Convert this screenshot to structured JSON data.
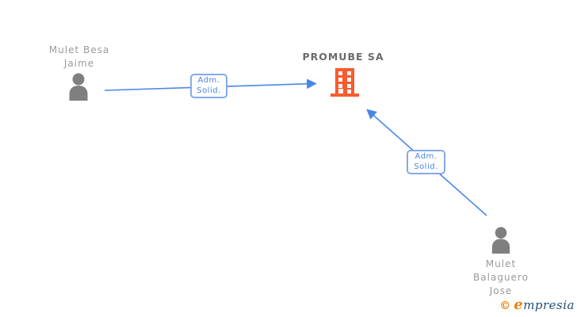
{
  "nodes": {
    "person1": {
      "line1": "Mulet Besa",
      "line2": "Jaime"
    },
    "company": {
      "name": "PROMUBE SA"
    },
    "person2": {
      "line1": "Mulet",
      "line2": "Balaguero",
      "line3": "Jose"
    }
  },
  "edges": {
    "edge1": {
      "label_line1": "Adm.",
      "label_line2": "Solid."
    },
    "edge2": {
      "label_line1": "Adm.",
      "label_line2": "Solid."
    }
  },
  "footer": {
    "copyright": "©",
    "brand_first_letter": "e",
    "brand_rest": "mpresia"
  },
  "colors": {
    "edge_blue": "#4a86e8",
    "edge_label_border": "#84a9ec",
    "edge_label_text": "#4a86e8",
    "person_icon_gray": "#7f7f7f",
    "person_label_gray": "#9a9a9a",
    "company_label_gray": "#6b6b6b",
    "building_orange": "#f95b2e",
    "logo_orange": "#e8820c",
    "logo_blue": "#1d4f76",
    "background": "#ffffff"
  }
}
